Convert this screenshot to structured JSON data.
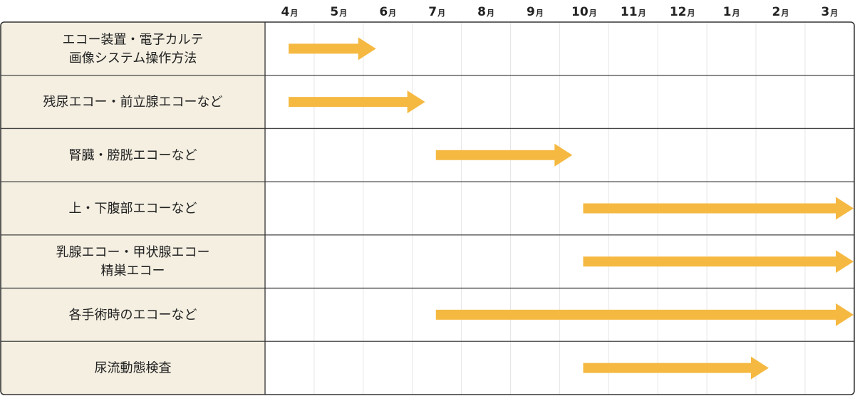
{
  "colors": {
    "label_bg": "#f4efe1",
    "arrow": "#f5b942",
    "border": "#333333",
    "grid": "#e6e6e6",
    "row_divider": "#444444"
  },
  "chart_data": {
    "type": "gantt",
    "months": [
      {
        "num": "4",
        "unit": "月"
      },
      {
        "num": "5",
        "unit": "月"
      },
      {
        "num": "6",
        "unit": "月"
      },
      {
        "num": "7",
        "unit": "月"
      },
      {
        "num": "8",
        "unit": "月"
      },
      {
        "num": "9",
        "unit": "月"
      },
      {
        "num": "10",
        "unit": "月"
      },
      {
        "num": "11",
        "unit": "月"
      },
      {
        "num": "12",
        "unit": "月"
      },
      {
        "num": "1",
        "unit": "月"
      },
      {
        "num": "2",
        "unit": "月"
      },
      {
        "num": "3",
        "unit": "月"
      }
    ],
    "tasks": [
      {
        "label_lines": [
          "エコー装置・電子カルテ",
          "画像システム操作方法"
        ],
        "start_month": "4月",
        "end_month": "6月"
      },
      {
        "label_lines": [
          "残尿エコー・前立腺エコーなど"
        ],
        "start_month": "4月",
        "end_month": "7月"
      },
      {
        "label_lines": [
          "腎臓・膀胱エコーなど"
        ],
        "start_month": "7月",
        "end_month": "10月"
      },
      {
        "label_lines": [
          "上・下腹部エコーなど"
        ],
        "start_month": "10月",
        "end_month": "3月"
      },
      {
        "label_lines": [
          "乳腺エコー・甲状腺エコー",
          "精巣エコー"
        ],
        "start_month": "10月",
        "end_month": "3月"
      },
      {
        "label_lines": [
          "各手術時のエコーなど"
        ],
        "start_month": "7月",
        "end_month": "3月"
      },
      {
        "label_lines": [
          "尿流動態検査"
        ],
        "start_month": "10月",
        "end_month": "2月"
      }
    ]
  }
}
